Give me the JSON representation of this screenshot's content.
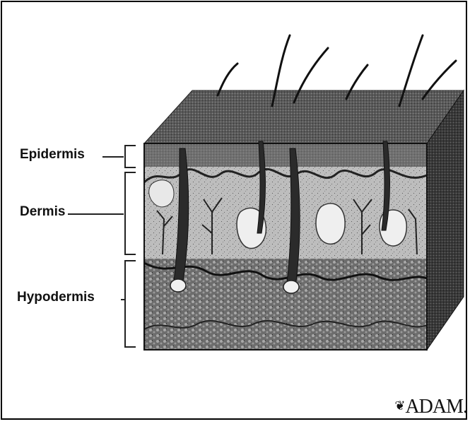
{
  "labels": {
    "epidermis": "Epidermis",
    "dermis": "Dermis",
    "hypodermis": "Hypodermis"
  },
  "logo": {
    "mark": "❦",
    "text": "ADAM."
  }
}
